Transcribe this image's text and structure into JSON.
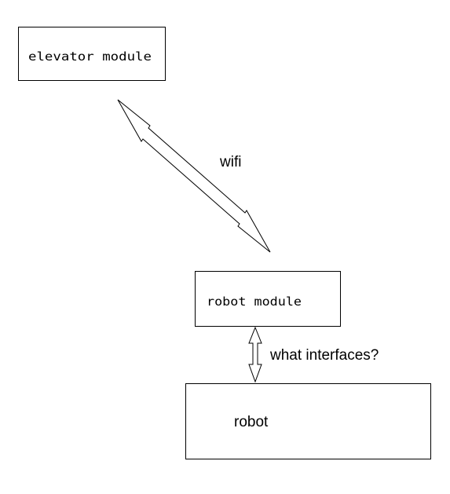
{
  "nodes": {
    "elevator_module": {
      "label": "elevator module"
    },
    "robot_module": {
      "label": "robot module"
    },
    "robot": {
      "label": "robot"
    }
  },
  "connections": {
    "wifi": {
      "label": "wifi",
      "style": "double-headed hollow arrow"
    },
    "interfaces": {
      "label": "what interfaces?",
      "style": "double-headed hollow arrow"
    }
  },
  "colors": {
    "stroke": "#000000",
    "background": "#ffffff"
  }
}
